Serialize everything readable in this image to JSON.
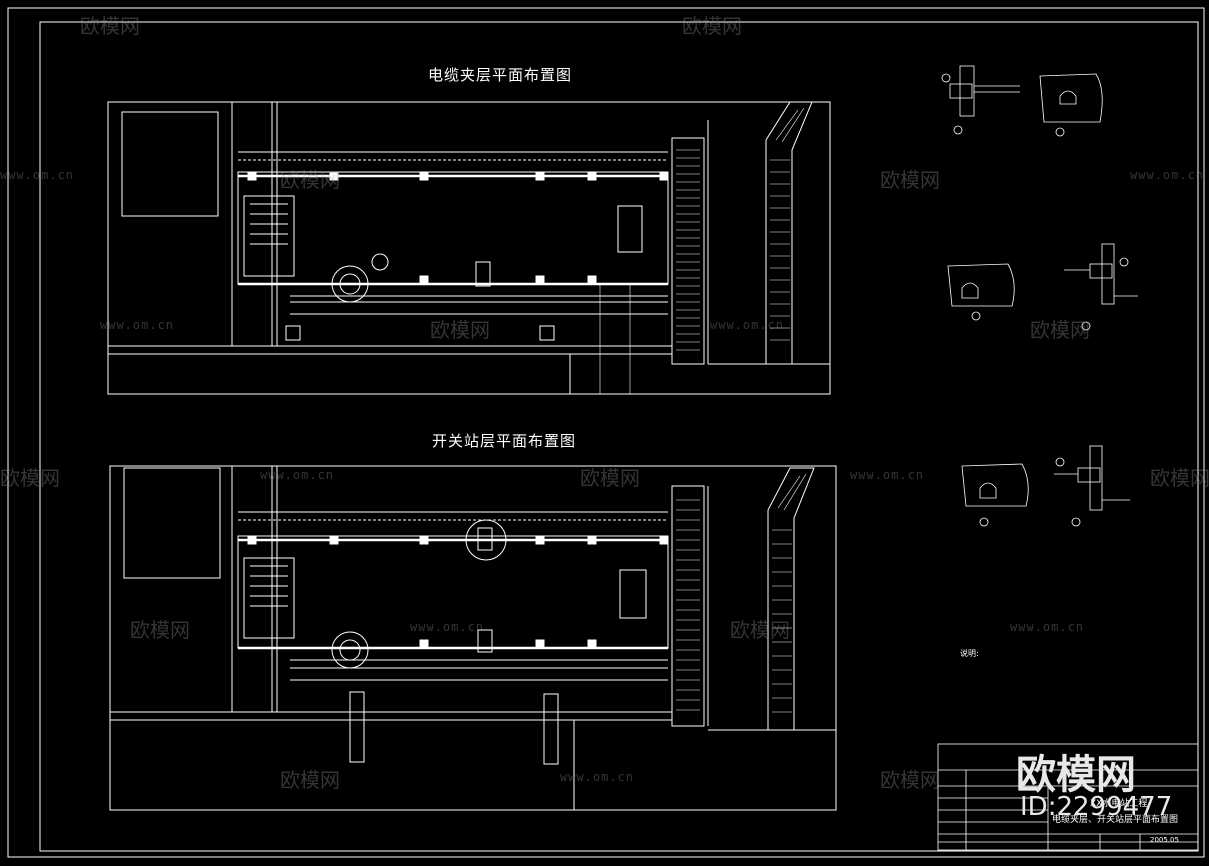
{
  "drawing": {
    "plan1_title": "电缆夹层平面布置图",
    "plan2_title": "开关站层平面布置图",
    "note_label": "说明:",
    "title_block": {
      "project": "XX水电站工程",
      "drawing_name": "电缆夹层、开关站层平面布置图",
      "date": "2005.05"
    }
  },
  "watermark": {
    "brand": "欧模网",
    "url": "www.om.cn",
    "overlay_brand": "欧模网",
    "overlay_id": "ID:2299477"
  },
  "colors": {
    "background": "#000000",
    "line": "#ffffff"
  }
}
